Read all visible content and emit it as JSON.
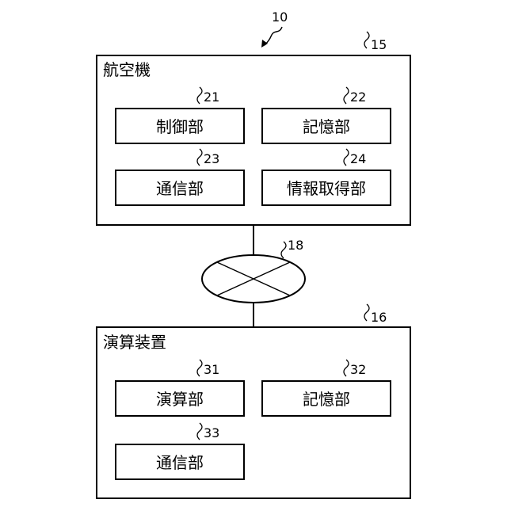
{
  "figure": {
    "system_ref": "10",
    "network_ref": "18",
    "aircraft": {
      "ref": "15",
      "title": "航空機",
      "units": [
        {
          "ref": "21",
          "label": "制御部"
        },
        {
          "ref": "22",
          "label": "記憶部"
        },
        {
          "ref": "23",
          "label": "通信部"
        },
        {
          "ref": "24",
          "label": "情報取得部"
        }
      ]
    },
    "computer": {
      "ref": "16",
      "title": "演算装置",
      "units": [
        {
          "ref": "31",
          "label": "演算部"
        },
        {
          "ref": "32",
          "label": "記憶部"
        },
        {
          "ref": "33",
          "label": "通信部"
        }
      ]
    }
  }
}
